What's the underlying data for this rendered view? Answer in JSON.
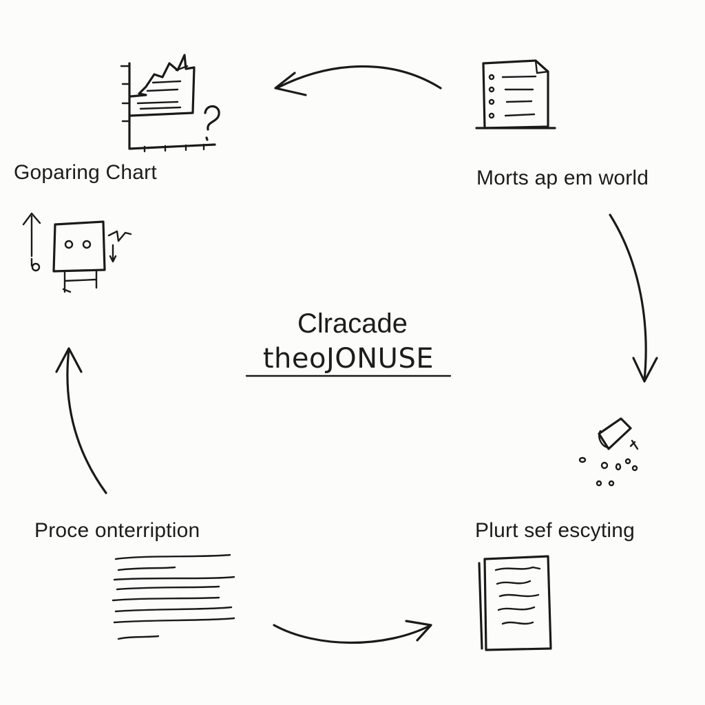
{
  "diagram": {
    "center": {
      "title": "Clracade",
      "subtitle": "theoJONUSE"
    },
    "nodes": [
      {
        "id": "top-left",
        "label": "Goparing Chart",
        "icon": "line-chart-question-icon"
      },
      {
        "id": "top-right",
        "label": "Morts ap em world",
        "icon": "document-list-icon"
      },
      {
        "id": "bottom-right",
        "label": "Plurt sef escyting",
        "icon": "notebook-icon"
      },
      {
        "id": "bottom-left",
        "label": "Proce onterription",
        "icon": "text-lines-icon"
      }
    ],
    "extra_icons": [
      "robot-icon",
      "shaker-icon"
    ],
    "arrows": [
      "top-right-to-top-left",
      "top-right-to-bottom-right",
      "bottom-left-to-bottom-right",
      "bottom-left-to-top-left"
    ],
    "colors": {
      "ink": "#1a1a1a",
      "background": "#fcfcfb"
    }
  }
}
